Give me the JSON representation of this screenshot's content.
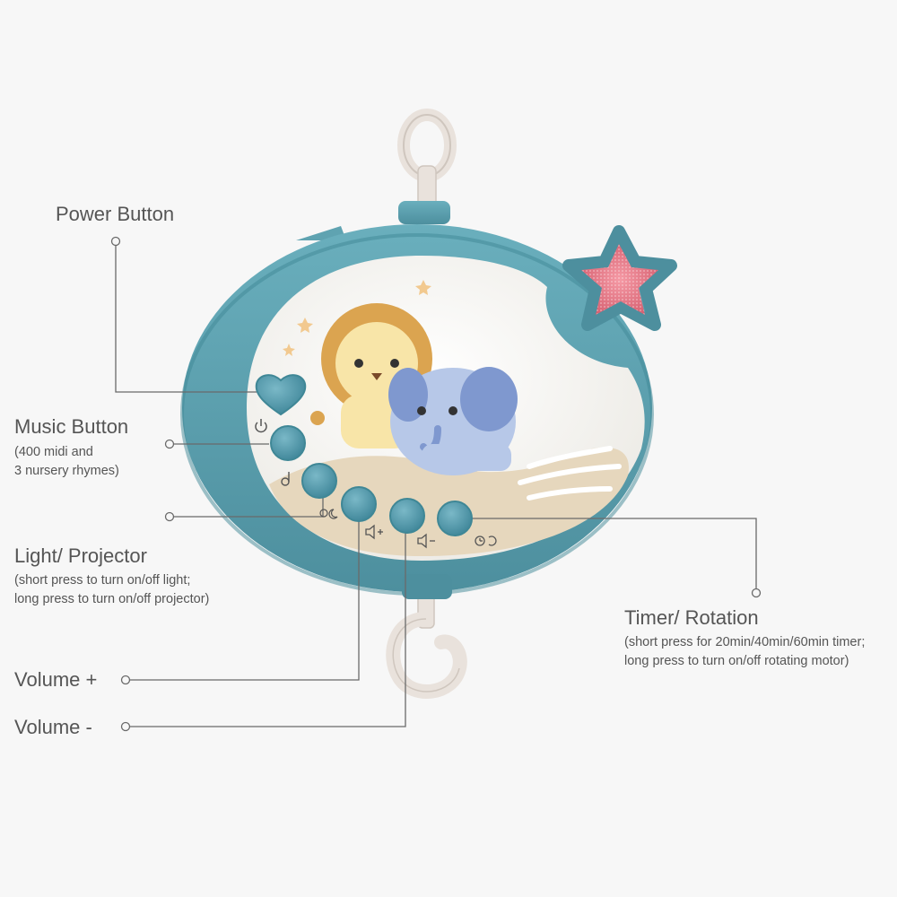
{
  "colors": {
    "background": "#f7f7f7",
    "device_shell": "#5fa3b1",
    "device_shell_dark": "#3f8796",
    "device_face": "#f2f1ed",
    "button": "#4f97a8",
    "star": "#e77a88",
    "leader_line": "#6a6a6a",
    "text": "#555555"
  },
  "labels": {
    "power": {
      "title": "Power Button"
    },
    "music": {
      "title": "Music Button",
      "desc": [
        "(400 midi and",
        "3 nursery rhymes)"
      ]
    },
    "light": {
      "title": "Light/ Projector",
      "desc": [
        "(short press to turn on/off light;",
        "long press to turn on/off projector)"
      ]
    },
    "volume_up": {
      "title": "Volume +"
    },
    "volume_down": {
      "title": "Volume -"
    },
    "timer": {
      "title": "Timer/ Rotation",
      "desc": [
        "(short press for 20min/40min/60min timer;",
        "long press to turn on/off rotating motor)"
      ]
    }
  },
  "icons": {
    "power_button": "heart-shaped-button",
    "power_symbol": "power-icon",
    "music_symbol": "music-note-icon",
    "light_symbol": "light-moon-icon",
    "volume_up_symbol": "speaker-plus-icon",
    "volume_down_symbol": "speaker-minus-icon",
    "timer_symbol": "clock-rotate-icon",
    "star": "star-light-icon",
    "lion": "lion-illustration",
    "elephant": "elephant-illustration",
    "moon": "crescent-moon-icon"
  }
}
